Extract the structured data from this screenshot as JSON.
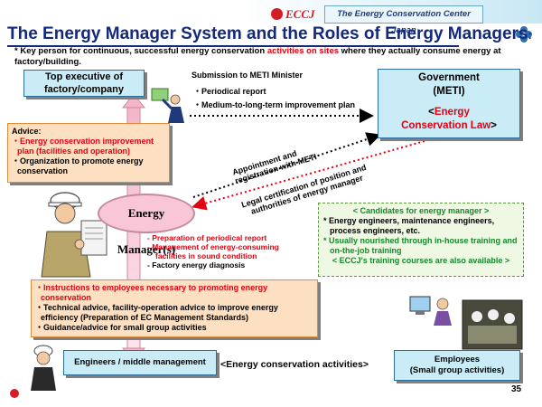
{
  "header": {
    "logo_text": "ECCJ",
    "org_name": "The Energy Conservation Center Japan"
  },
  "title": "The Energy Manager System and the Roles of Energy Managers",
  "title_suffix": ":",
  "subtitle": {
    "bullet": "*",
    "part1": "Key person for continuous, successful energy conservation",
    "highlight": "activities on sites",
    "part2": "where they actually consume energy at factory/building."
  },
  "top_executive": {
    "line1": "Top executive of",
    "line2": "factory/company"
  },
  "submission": {
    "title": "Submission to METI Minister",
    "items": [
      "Periodical report",
      "Medium-to-long-term improvement plan"
    ]
  },
  "government": {
    "line1": "Government",
    "line2": "(METI)",
    "law_line1": "Energy",
    "law_line2": "Conservation Law"
  },
  "advice": {
    "title": "Advice:",
    "items": [
      "Energy conservation improvement plan (facilities and operation)",
      "Organization to promote energy conservation"
    ]
  },
  "diagonal": {
    "appointment": [
      "Appointment and",
      "registration with  METI"
    ],
    "legal": [
      "Legal certification of position and",
      "authorities of energy manager"
    ]
  },
  "energy_manager": "Energy Manager(s)",
  "candidates": {
    "title": "< Candidates for energy manager >",
    "item1": "Energy engineers, maintenance engineers, process engineers, etc.",
    "item2": "Usually nourished through in-house training and on-the-job training",
    "item3": "< ECCJ's training courses are also available >"
  },
  "em_tasks": [
    "Preparation of periodical report",
    "Management of energy-consuming",
    "facilities in sound condition",
    "Factory energy diagnosis"
  ],
  "instructions": [
    "Instructions to employees necessary to promoting energy conservation",
    "Technical advice, facility-operation advice to improve energy efficiency (Preparation of EC Management Standards)",
    "Guidance/advice for small group activities"
  ],
  "engineers": "Engineers / middle management",
  "ec_activities": "<Energy conservation activities>",
  "employees": {
    "line1": "Employees",
    "line2": "(Small group activities)"
  },
  "page_number": "35"
}
